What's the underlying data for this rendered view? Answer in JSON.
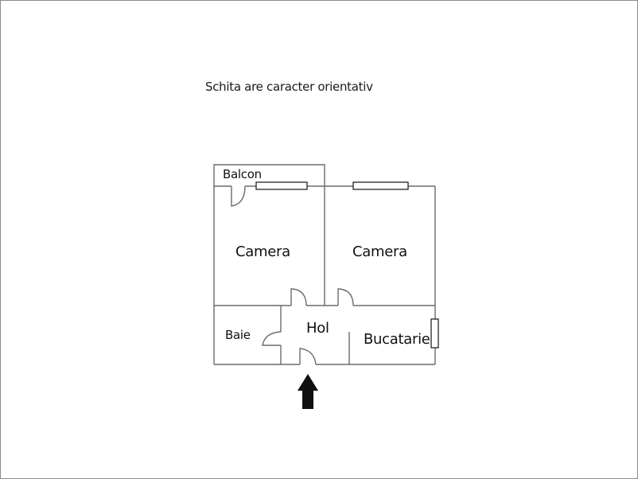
{
  "note": "Schita are caracter orientativ",
  "rooms": {
    "balcon": "Balcon",
    "camera_left": "Camera",
    "camera_right": "Camera",
    "baie": "Baie",
    "hol": "Hol",
    "bucatarie": "Bucatarie"
  },
  "colors": {
    "wall": "#6b6b6b",
    "window": "#111111",
    "arrow": "#111111",
    "frame": "#8a8a8a"
  },
  "icons": {
    "entrance": "entrance-arrow-icon"
  }
}
